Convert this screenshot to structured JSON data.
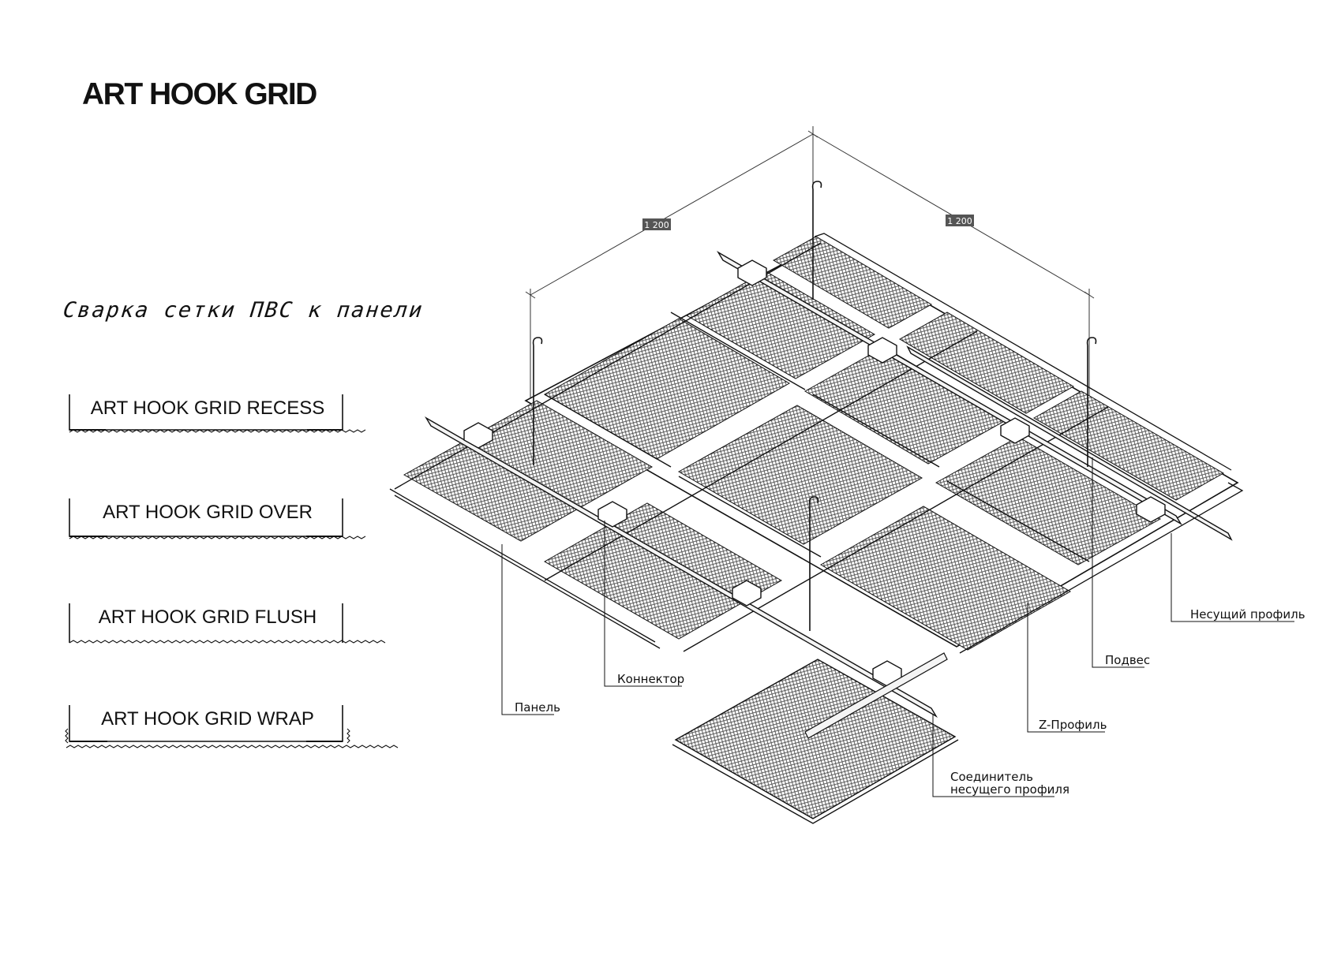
{
  "title": "ART HOOK GRID",
  "subtitle": "Сварка сетки ПВС к панели",
  "variants": [
    {
      "label": "ART HOOK GRID RECESS",
      "profile": "recess"
    },
    {
      "label": "ART HOOK GRID OVER",
      "profile": "over"
    },
    {
      "label": "ART HOOK GRID FLUSH",
      "profile": "flush"
    },
    {
      "label": "ART HOOK GRID WRAP",
      "profile": "wrap"
    }
  ],
  "diagram": {
    "dimension_left": "1 200",
    "dimension_right": "1 200",
    "callouts": {
      "carrier_profile": "Несущий профиль",
      "hanger": "Подвес",
      "connector": "Коннектор",
      "panel": "Панель",
      "z_profile": "Z-Профиль",
      "profile_joiner_1": "Соединитель",
      "profile_joiner_2": "несущего профиля"
    }
  },
  "colors": {
    "line": "#111111",
    "mesh": "#555555",
    "label_box": "#555555",
    "background": "#ffffff"
  }
}
